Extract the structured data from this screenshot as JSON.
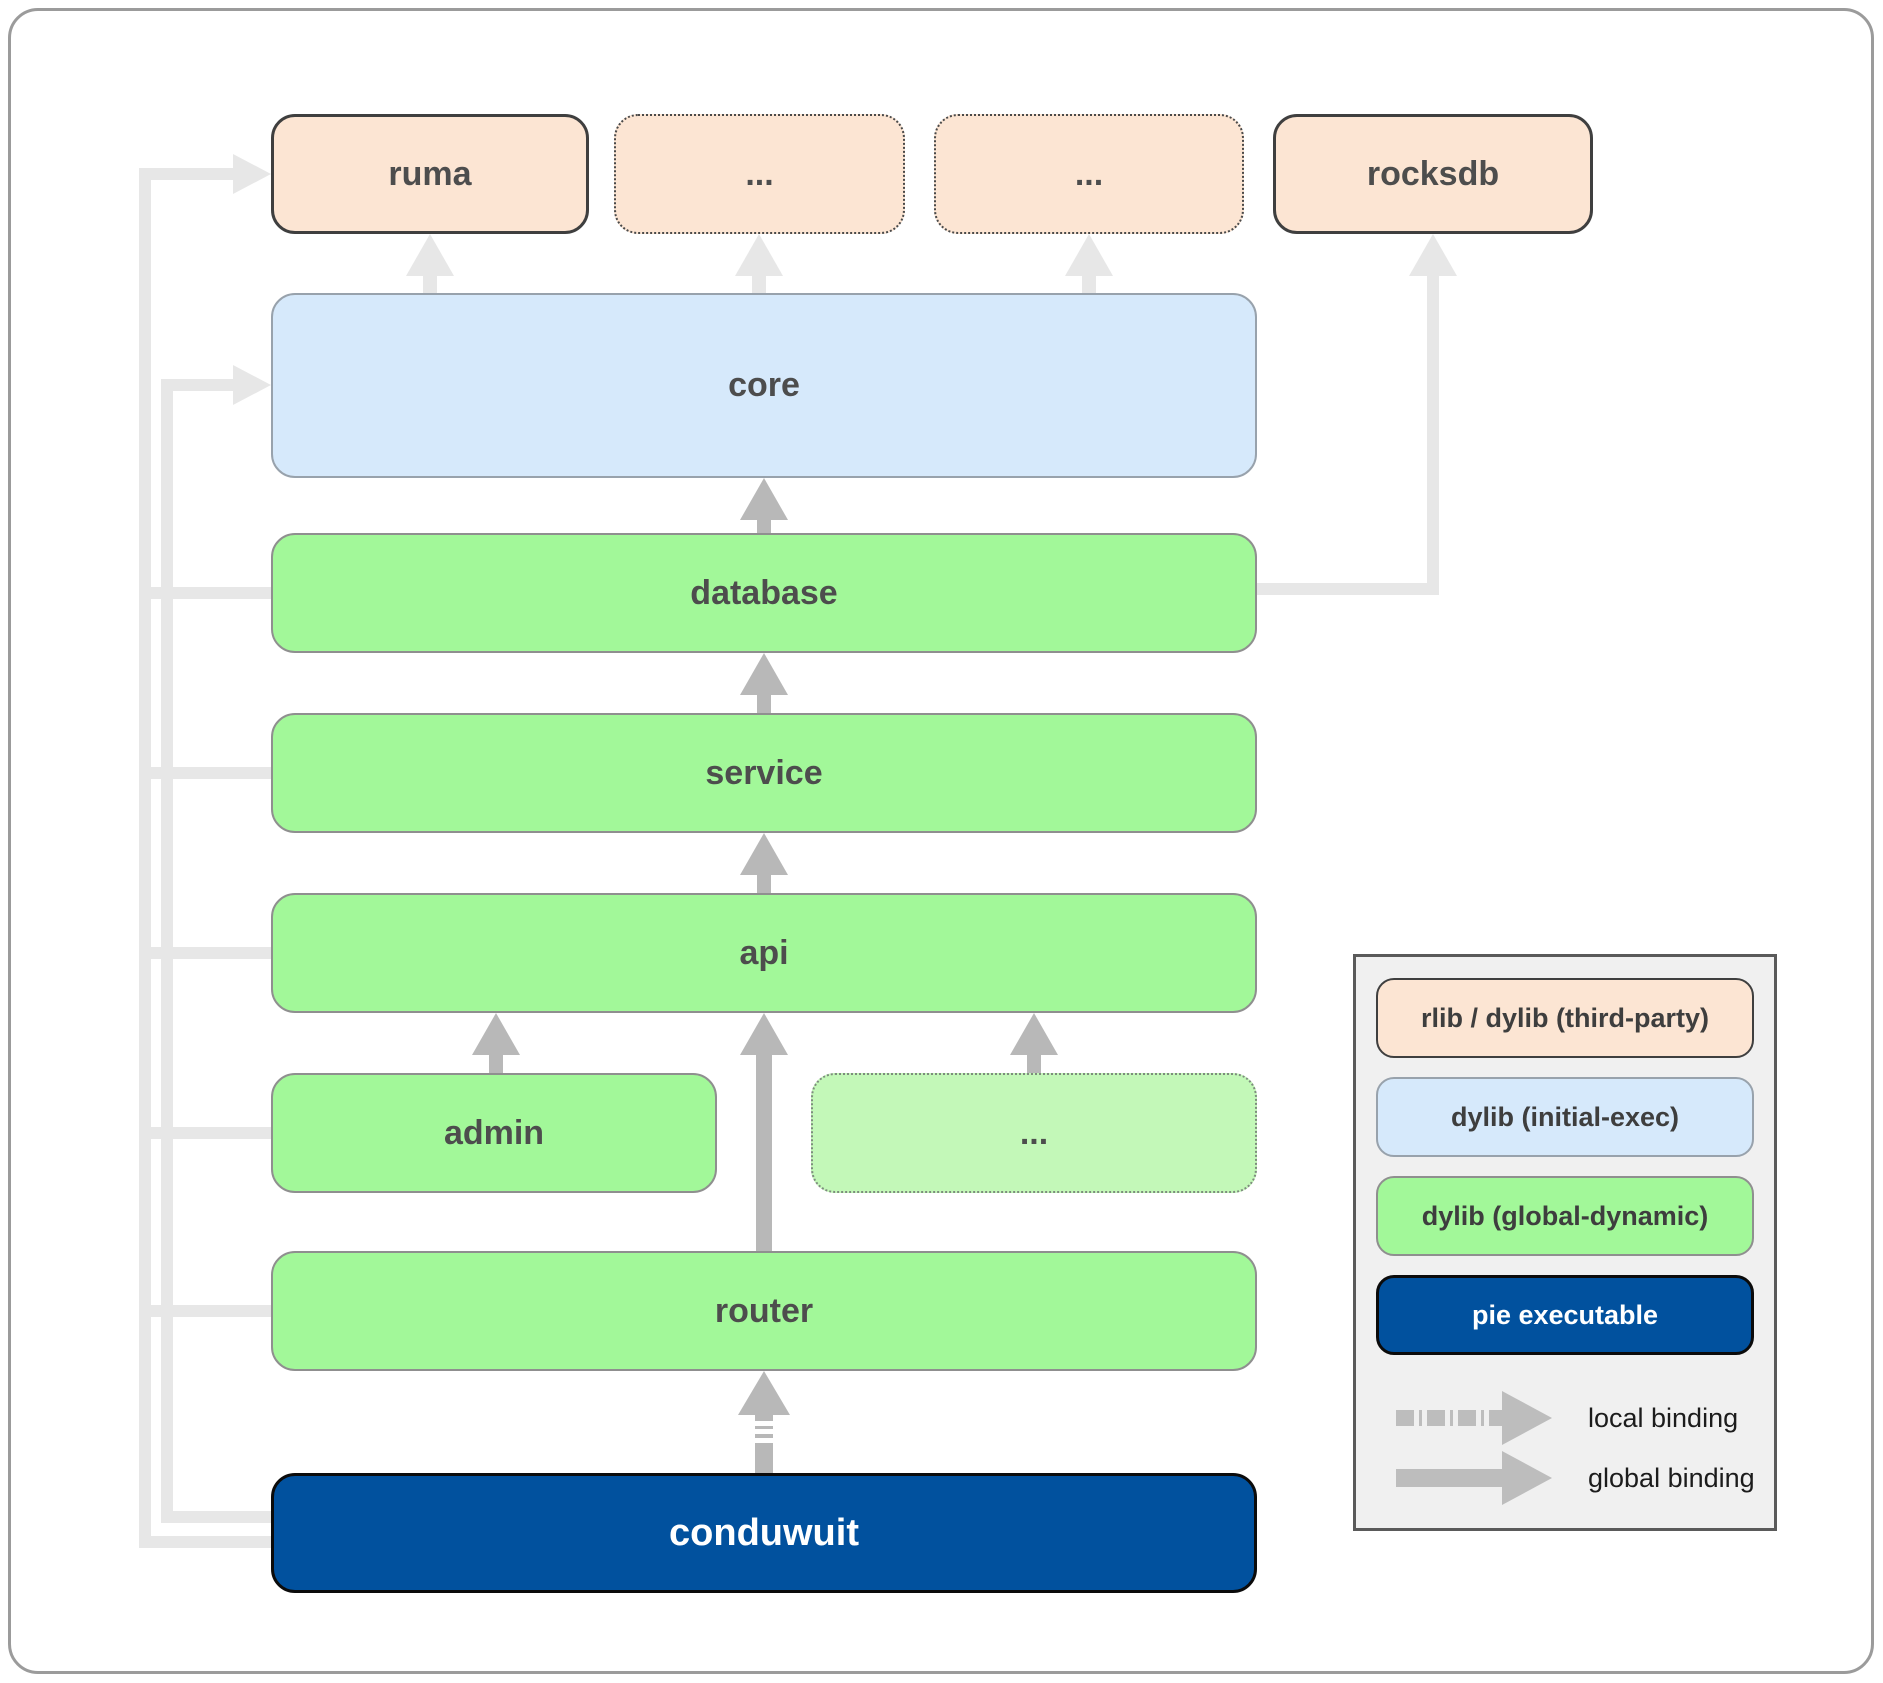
{
  "nodes": {
    "ruma": "ruma",
    "top_ellipsis_1": "...",
    "top_ellipsis_2": "...",
    "rocksdb": "rocksdb",
    "core": "core",
    "database": "database",
    "service": "service",
    "api": "api",
    "admin": "admin",
    "api_ellipsis": "...",
    "router": "router",
    "conduwuit": "conduwuit"
  },
  "edges": [
    {
      "from": "conduwuit",
      "to": "router",
      "binding": "local"
    },
    {
      "from": "router",
      "to": "api",
      "binding": "global"
    },
    {
      "from": "admin",
      "to": "api",
      "binding": "global"
    },
    {
      "from": "api_ellipsis",
      "to": "api",
      "binding": "global"
    },
    {
      "from": "api",
      "to": "service",
      "binding": "global"
    },
    {
      "from": "service",
      "to": "database",
      "binding": "global"
    },
    {
      "from": "database",
      "to": "core",
      "binding": "global"
    },
    {
      "from": "database",
      "to": "rocksdb",
      "binding": "global",
      "style": "faded"
    },
    {
      "from": "core",
      "to": "ruma",
      "binding": "global",
      "style": "faded"
    },
    {
      "from": "core",
      "to": "top_ellipsis_1",
      "binding": "global",
      "style": "faded"
    },
    {
      "from": "core",
      "to": "top_ellipsis_2",
      "binding": "global",
      "style": "faded"
    },
    {
      "from": "all-modules-left-bus",
      "to": "ruma",
      "binding": "global",
      "style": "faded"
    },
    {
      "from": "all-modules-left-bus",
      "to": "core",
      "binding": "global",
      "style": "faded"
    }
  ],
  "legend": {
    "items": [
      "rlib / dylib (third-party)",
      "dylib (initial-exec)",
      "dylib (global-dynamic)",
      "pie executable"
    ],
    "bindings": [
      "local binding",
      "global binding"
    ]
  },
  "colors": {
    "third_party_fill": "#fce5d3",
    "initial_exec_fill": "#d6e9fb",
    "global_dynamic_fill": "#a2f899",
    "pale_dynamic_fill": "#c3f8b8",
    "pie_executable_fill": "#01519e",
    "global_arrow": "#b8b8b8",
    "faded_arrow": "#e7e7e7",
    "legend_bg": "#f0f0f0"
  }
}
